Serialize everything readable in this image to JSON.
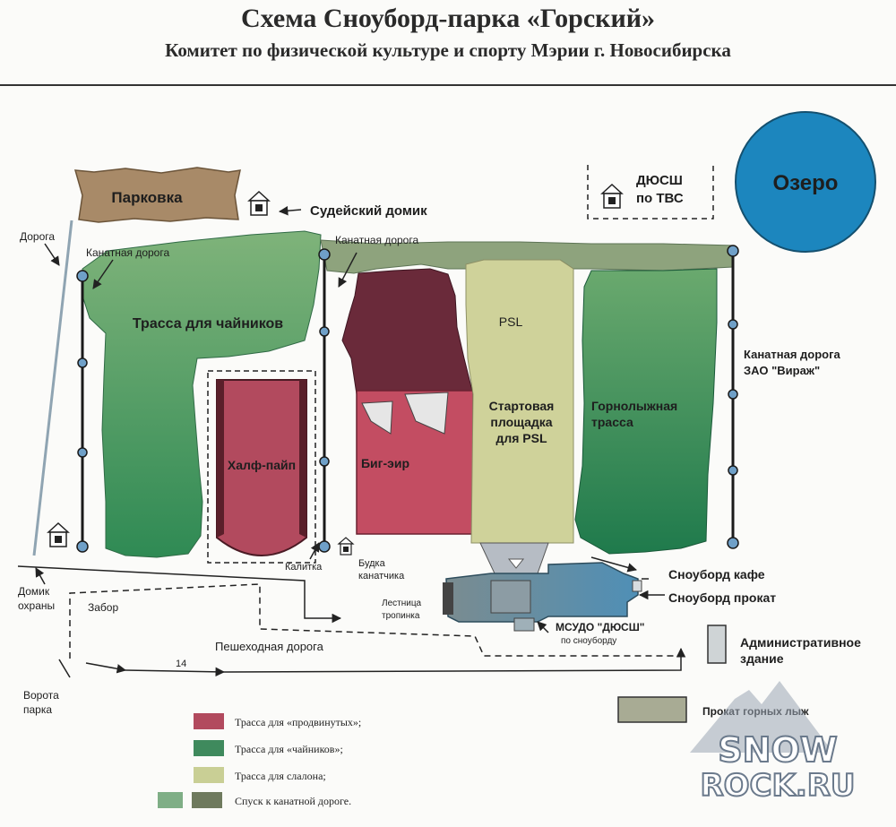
{
  "header": {
    "title": "Схема Сноуборд-парка «Горский»",
    "subtitle": "Комитет по физической культуре и спорту Мэрии г. Новосибирска"
  },
  "zones": {
    "parking": "Парковка",
    "lake": "Озеро",
    "beginner_trail": "Трасса для чайников",
    "halfpipe": "Халф-пайп",
    "big_air": "Биг-эир",
    "psl": "PSL",
    "psl_start_1": "Стартовая",
    "psl_start_2": "площадка",
    "psl_start_3": "для PSL",
    "ski_trail_1": "Горнолыжная",
    "ski_trail_2": "трасса"
  },
  "labels": {
    "judge_house": "Судейский домик",
    "dyussh_tvs_1": "ДЮСШ",
    "dyussh_tvs_2": "по ТВС",
    "road": "Дорога",
    "cable_road_left": "Канатная дорога",
    "cable_road_mid": "Канатная дорога",
    "cable_road_right_1": "Канатная дорога",
    "cable_road_right_2": "ЗАО \"Вираж\"",
    "guard_house_1": "Домик",
    "guard_house_2": "охраны",
    "fence": "Забор",
    "gate": "Калитка",
    "operator_booth_1": "Будка",
    "operator_booth_2": "канатчика",
    "stairs_1": "Лестница",
    "stairs_2": "тропинка",
    "pedestrian_road": "Пешеходная дорога",
    "road_number": "14",
    "park_gate_1": "Ворота",
    "park_gate_2": "парка",
    "snowboard_cafe": "Сноуборд кафе",
    "snowboard_rental": "Сноуборд прокат",
    "musudo_1": "МСУДО \"ДЮСШ\"",
    "musudo_2": "по сноуборду",
    "admin_1": "Административное",
    "admin_2": "здание",
    "ski_rental": "Прокат горных лыж"
  },
  "legend": [
    {
      "label": "Трасса для «продвинутых»;",
      "color": "#b24a5e"
    },
    {
      "label": "Трасса для «чайников»;",
      "color": "#3f8a5d"
    },
    {
      "label": "Трасса для слалона;",
      "color": "#c9cf95"
    },
    {
      "label": "Спуск к канатной дороге.",
      "color": "#6f8a6a"
    }
  ],
  "watermark": {
    "line1": "SNOW",
    "line2": "ROCK.RU"
  },
  "colors": {
    "advanced": "#b24a5e",
    "beginner": "#4f9460",
    "slalom": "#cfd29a",
    "lake": "#1c86be",
    "parking": "#a88a68",
    "building": "#5f91b0"
  }
}
